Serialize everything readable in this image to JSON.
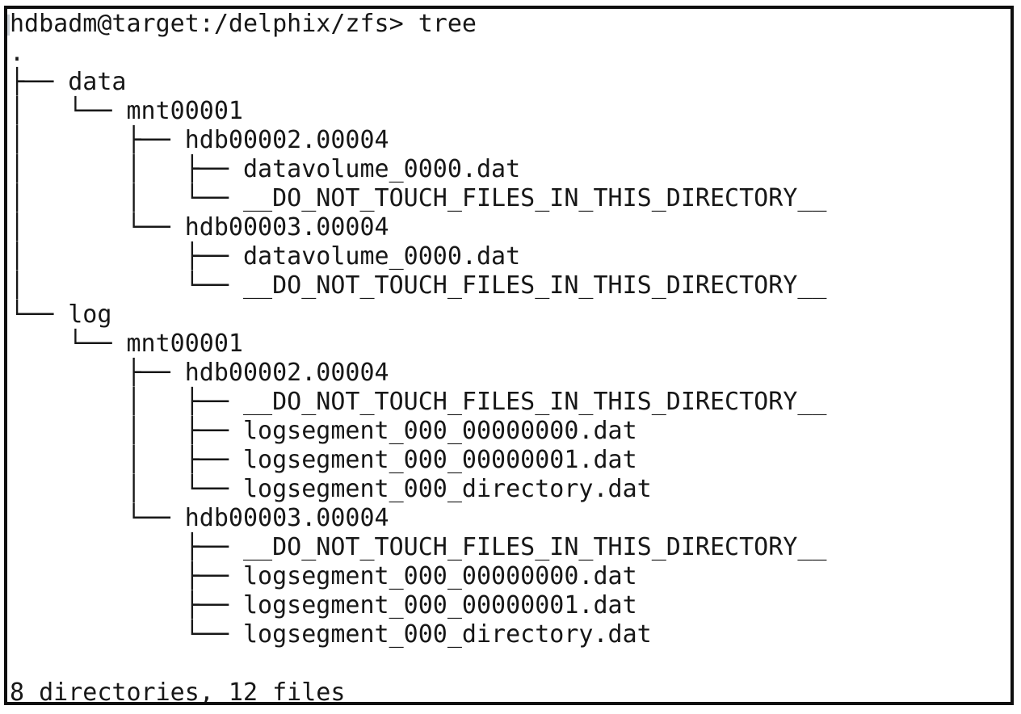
{
  "window": {
    "type": "terminal",
    "colors": {
      "background": "#ffffff",
      "text": "#171717",
      "border": "#0e0e0e",
      "cursor": "#ccd2d8"
    }
  },
  "terminal": {
    "prompt_line": "hdbadm@target:/delphix/zfs> tree",
    "prompt": {
      "user": "hdbadm",
      "host": "target",
      "cwd": "/delphix/zfs",
      "command": "tree"
    },
    "tree_lines": [
      ".",
      "├── data",
      "│   └── mnt00001",
      "│       ├── hdb00002.00004",
      "│       │   ├── datavolume_0000.dat",
      "│       │   └── __DO_NOT_TOUCH_FILES_IN_THIS_DIRECTORY__",
      "│       └── hdb00003.00004",
      "│           ├── datavolume_0000.dat",
      "│           └── __DO_NOT_TOUCH_FILES_IN_THIS_DIRECTORY__",
      "└── log",
      "    └── mnt00001",
      "        ├── hdb00002.00004",
      "        │   ├── __DO_NOT_TOUCH_FILES_IN_THIS_DIRECTORY__",
      "        │   ├── logsegment_000_00000000.dat",
      "        │   ├── logsegment_000_00000001.dat",
      "        │   └── logsegment_000_directory.dat",
      "        └── hdb00003.00004",
      "            ├── __DO_NOT_TOUCH_FILES_IN_THIS_DIRECTORY__",
      "            ├── logsegment_000_00000000.dat",
      "            ├── logsegment_000_00000001.dat",
      "            └── logsegment_000_directory.dat",
      ""
    ],
    "summary_line": "8 directories, 12 files",
    "stats": {
      "directories": 8,
      "files": 12
    }
  }
}
